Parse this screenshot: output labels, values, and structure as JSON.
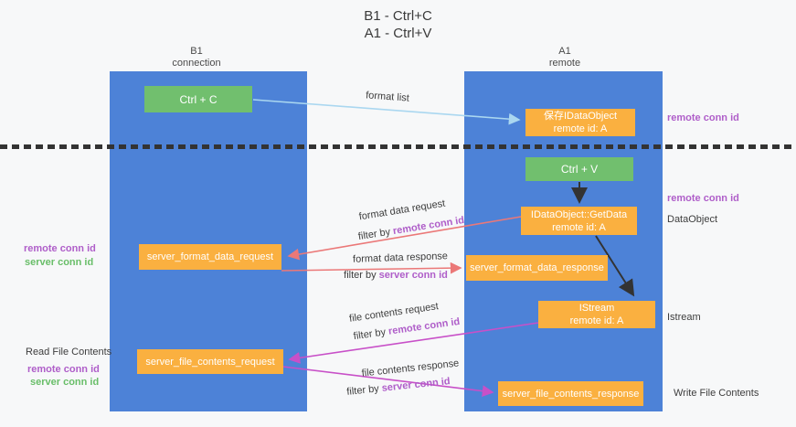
{
  "title": {
    "line1": "B1 - Ctrl+C",
    "line2": "A1 - Ctrl+V"
  },
  "columns": {
    "left": {
      "header_line1": "B1",
      "header_line2": "connection"
    },
    "right": {
      "header_line1": "A1",
      "header_line2": "remote"
    }
  },
  "nodes": {
    "ctrl_c": {
      "label": "Ctrl + C"
    },
    "ctrl_v": {
      "label": "Ctrl + V"
    },
    "save_dataobject": {
      "line1": "保存IDataObject",
      "line2": "remote id: A"
    },
    "getdata": {
      "line1": "IDataObject::GetData",
      "line2": "remote id: A"
    },
    "istream": {
      "line1": "IStream",
      "line2": "remote id: A"
    },
    "server_format_data_request": {
      "label": "server_format_data_request"
    },
    "server_format_data_response": {
      "label": "server_format_data_response"
    },
    "server_file_contents_request": {
      "label": "server_file_contents_request"
    },
    "server_file_contents_response": {
      "label": "server_file_contents_response"
    }
  },
  "arrows": {
    "format_list": {
      "label": "format list"
    },
    "format_data_request": {
      "label": "format data request",
      "filter_prefix": "filter by ",
      "filter_key": "remote conn id"
    },
    "format_data_response": {
      "label": "format data response",
      "filter_prefix": "filter by ",
      "filter_key": "server conn id"
    },
    "file_contents_request": {
      "label": "file contents request",
      "filter_prefix": "filter by ",
      "filter_key": "remote conn id"
    },
    "file_contents_response": {
      "label": "file contents response",
      "filter_prefix": "filter by ",
      "filter_key": "server conn id"
    }
  },
  "side_labels": {
    "right_remote_conn_id_top": "remote conn id",
    "right_remote_conn_id_mid": "remote conn id",
    "right_dataobject": "DataObject",
    "right_istream": "Istream",
    "right_write_file_contents": "Write File Contents",
    "left_remote_conn_id_1": "remote conn id",
    "left_server_conn_id_1": "server conn id",
    "left_read_file_contents": "Read File Contents",
    "left_remote_conn_id_2": "remote conn id",
    "left_server_conn_id_2": "server conn id"
  },
  "colors": {
    "column_blue": "#4d82d7",
    "box_green": "#71bf6e",
    "box_orange": "#fab040",
    "arrow_lightblue": "#aad7f0",
    "arrow_red": "#eb7878",
    "arrow_magenta": "#c850c8",
    "arrow_black": "#333333",
    "label_purple": "#af5ec9",
    "label_green": "#69be69",
    "background": "#f7f8f9"
  }
}
